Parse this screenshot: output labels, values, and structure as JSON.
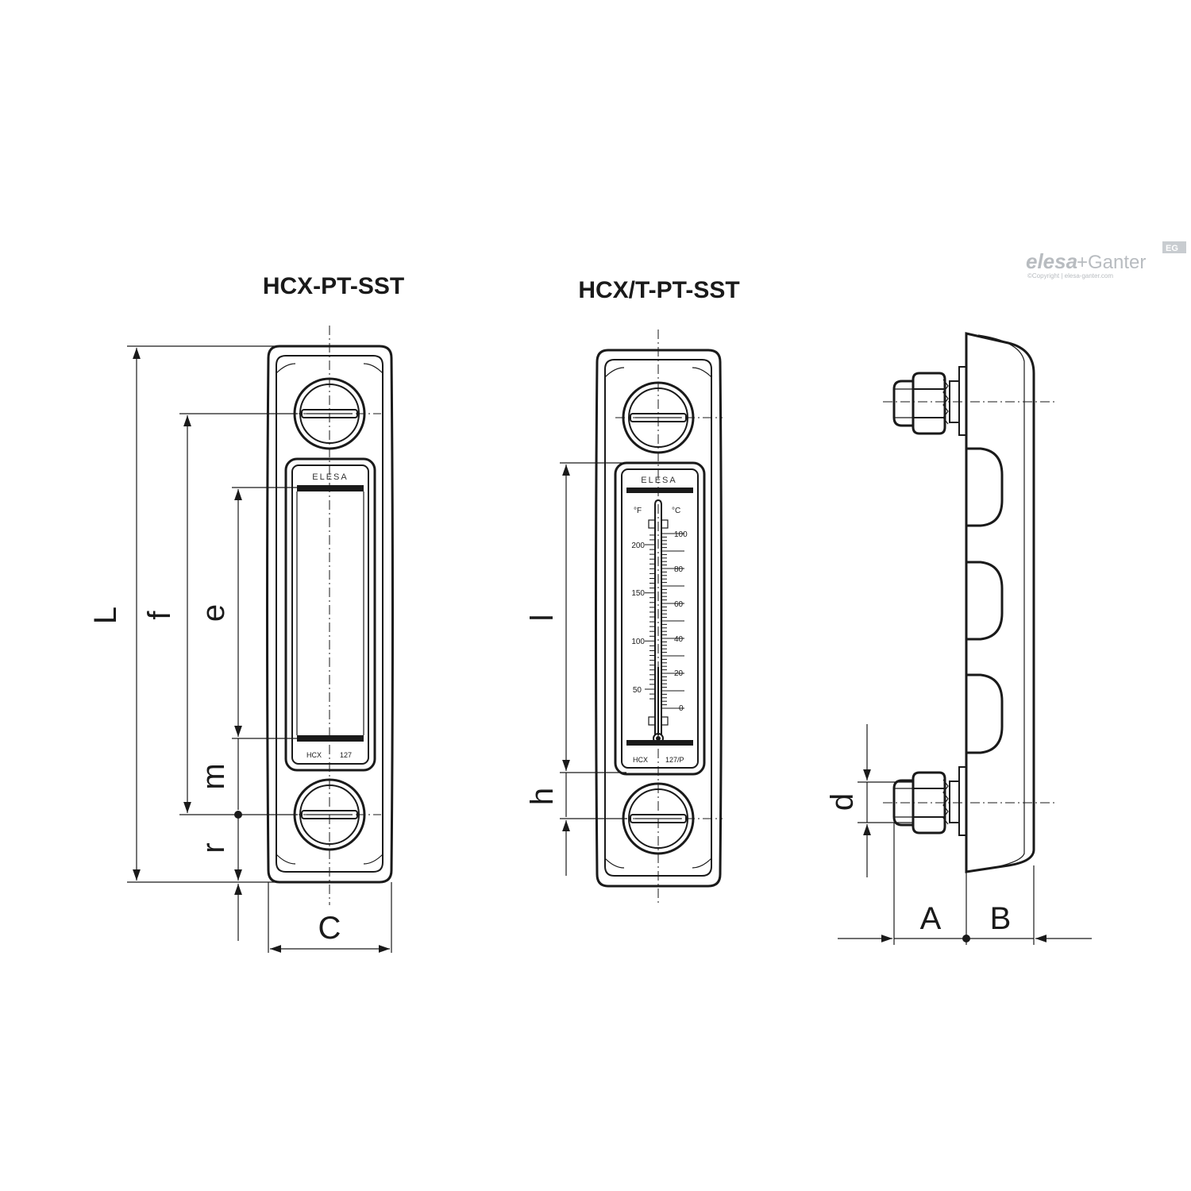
{
  "logo": {
    "brand_elesa": "elesa",
    "brand_plus": "+",
    "brand_ganter": "Ganter",
    "copyright": "©Copyright | elesa-ganter.com",
    "badge": "EG"
  },
  "views": {
    "left": {
      "title": "HCX-PT-SST",
      "brand": "ELESA",
      "code": "HCX",
      "number": "127"
    },
    "middle": {
      "title": "HCX/T-PT-SST",
      "brand": "ELESA",
      "code": "HCX",
      "number": "127/P",
      "unit_f": "°F",
      "unit_c": "°C",
      "scale_f": [
        "200",
        "150",
        "100",
        "50"
      ],
      "scale_c": [
        "100",
        "80",
        "60",
        "40",
        "20",
        "0"
      ]
    }
  },
  "dimensions": {
    "L": "L",
    "f": "f",
    "e": "e",
    "m": "m",
    "r": "r",
    "C": "C",
    "l": "l",
    "h": "h",
    "d": "d",
    "A": "A",
    "B": "B"
  }
}
